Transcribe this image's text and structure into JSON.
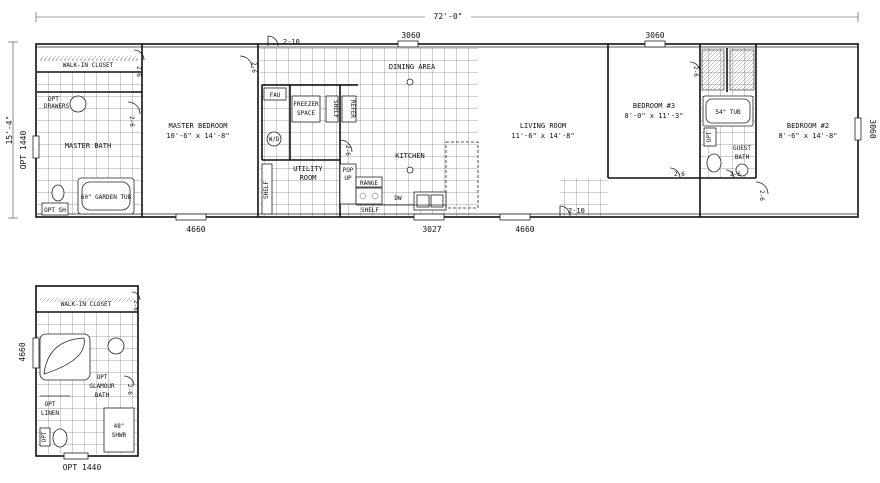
{
  "dimensions": {
    "overall_length": "72'-0\"",
    "overall_width": "15'-4\""
  },
  "windows": {
    "top_dining": "3060",
    "top_bedroom3": "3060",
    "right_end": "3060",
    "bottom_master": "4660",
    "bottom_kitchen": "3027",
    "bottom_living": "4660",
    "left_end": "OPT 1440",
    "alt_side": "4660",
    "alt_bottom": "OPT 1440"
  },
  "rooms": {
    "walk_in_closet": "WALK-IN CLOSET",
    "opt_drawers_1": "OPT",
    "opt_drawers_2": "DRAWERS",
    "master_bath": "MASTER BATH",
    "garden_tub": "60\" GARDEN TUB",
    "opt_sh": "OPT SH",
    "master_bedroom": "MASTER BEDROOM",
    "master_bedroom_size": "10'-6\" x 14'-8\"",
    "fau": "FAU",
    "freezer_1": "FREEZER",
    "freezer_2": "SPACE",
    "shelf_v": "SHELF",
    "refer": "REFER",
    "wd": "W/D",
    "utility_1": "UTILITY",
    "utility_2": "ROOM",
    "shelf_util": "SHELF",
    "dining_area": "DINING AREA",
    "kitchen": "KITCHEN",
    "pop_1": "POP",
    "pop_2": "UP",
    "range": "RANGE",
    "dw": "DW",
    "shelf_kitchen": "SHELF",
    "living_room": "LIVING ROOM",
    "living_room_size": "11'-6\" x 14'-8\"",
    "bedroom3": "BEDROOM #3",
    "bedroom3_size": "8'-0\" x 11'-3\"",
    "tub54": "54\" TUB",
    "opt_bath": "OPT",
    "guest_bath_1": "GUEST",
    "guest_bath_2": "BATH",
    "bedroom2": "BEDROOM #2",
    "bedroom2_size": "8'-6\" x 14'-8\""
  },
  "doors": {
    "d_top_master": "2-10",
    "d_closet_right": "2-6",
    "d_bath": "2-6",
    "d_util_left": "2-6",
    "d_kitchen": "2-6",
    "d_bed3": "2-6",
    "d_front": "2-10",
    "d_guest": "2-6",
    "d_guest_top": "2-6",
    "d_bed2": "2-6"
  },
  "alt_plan": {
    "walk_in_closet": "WALK-IN CLOSET",
    "opt_glamour_1": "OPT",
    "opt_glamour_2": "GLAMOUR",
    "opt_glamour_3": "BATH",
    "opt_linen_1": "OPT",
    "opt_linen_2": "LINEN",
    "shower_1": "48\"",
    "shower_2": "SHWR",
    "opt_small": "OPT",
    "door": "2-6",
    "door_closet": "2-6"
  }
}
